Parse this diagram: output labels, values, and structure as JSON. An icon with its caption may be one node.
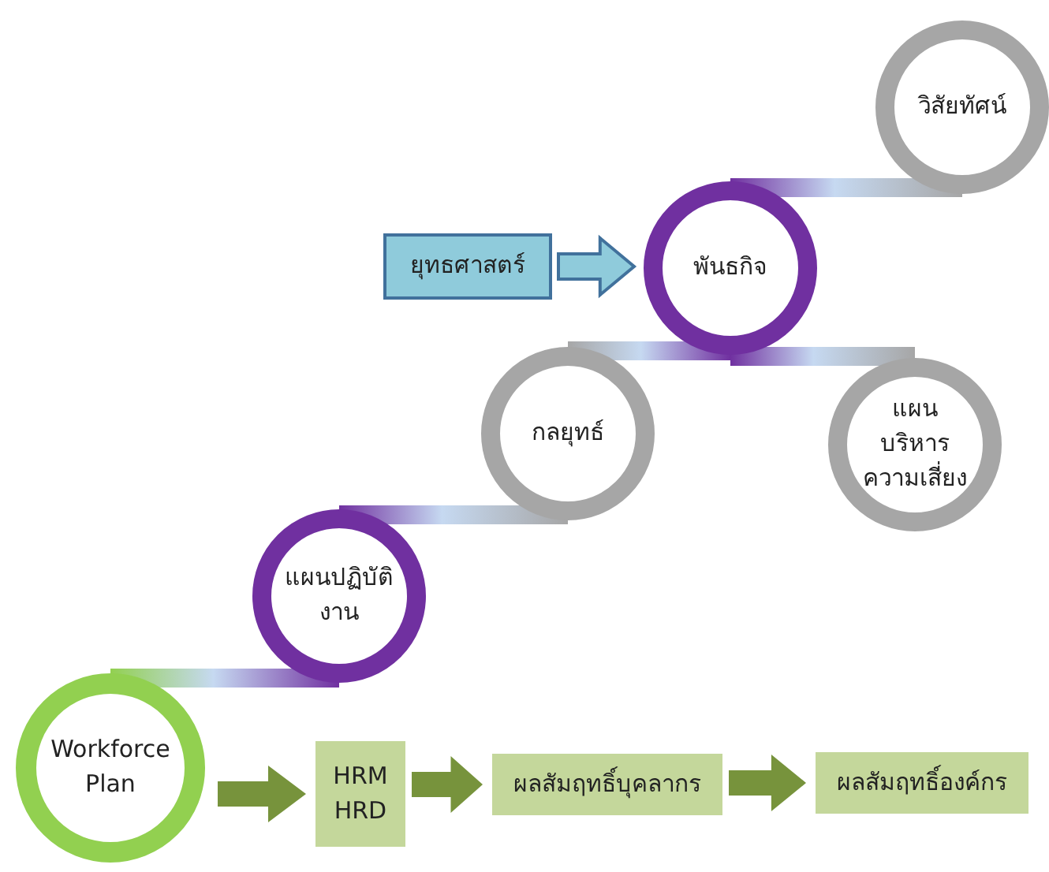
{
  "diagram": {
    "nodes": [
      {
        "text": [
          "Workforce Plan"
        ]
      },
      {
        "text": [
          "แผนปฏิบัติงาน"
        ]
      },
      {
        "text": [
          "กลยุทธ์"
        ]
      },
      {
        "text": [
          "แผนบริหารความเสี่ยง"
        ]
      },
      {
        "text": [
          "พันธกิจ"
        ]
      },
      {
        "text": [
          "ยุทธศาสตร์"
        ]
      },
      {
        "text": [
          "วิสัยทัศน์"
        ]
      },
      {
        "text": [
          "HRM",
          "HRD"
        ]
      },
      {
        "text": [
          "ผลสัมฤทธิ์บุคลากร"
        ]
      },
      {
        "text": [
          "ผลสัมฤทธิ์องค์กร"
        ]
      }
    ],
    "edges": [
      {
        "from": 0,
        "to": 1,
        "arrow": "none"
      },
      {
        "from": 1,
        "to": 2,
        "arrow": "none"
      },
      {
        "from": 2,
        "to": 4,
        "arrow": "none"
      },
      {
        "from": 4,
        "to": 3,
        "arrow": "none"
      },
      {
        "from": 4,
        "to": 6,
        "arrow": "none"
      },
      {
        "from": 5,
        "to": 4,
        "arrow": "to",
        "color": "#8fcbdb"
      },
      {
        "from": 0,
        "to": 7,
        "arrow": "to"
      },
      {
        "from": 7,
        "to": 8,
        "arrow": "to"
      },
      {
        "from": 8,
        "to": 9,
        "arrow": "to"
      }
    ]
  }
}
